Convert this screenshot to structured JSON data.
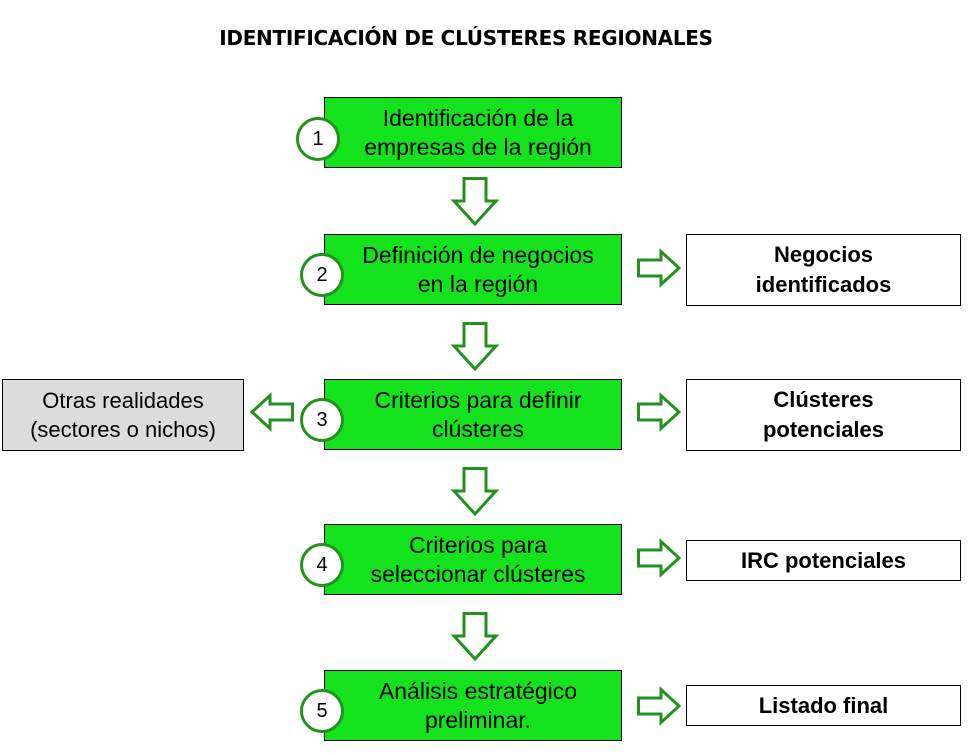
{
  "title": "IDENTIFICACIÓN  DE CLÚSTERES REGIONALES",
  "colors": {
    "step_fill": "#13e21c",
    "arrow_stroke": "#23911e",
    "side_box_fill": "#dcdcdc",
    "output_box_fill": "#ffffff"
  },
  "steps": [
    {
      "number": "1",
      "label": "Identificación de la\nempresas de la región"
    },
    {
      "number": "2",
      "label": "Definición de negocios\nen la región"
    },
    {
      "number": "3",
      "label": "Criterios para definir\nclústeres"
    },
    {
      "number": "4",
      "label": "Criterios para\nseleccionar clústeres"
    },
    {
      "number": "5",
      "label": "Análisis estratégico\npreliminar."
    }
  ],
  "outputs": [
    {
      "from_step": "2",
      "label": "Negocios\nidentificados"
    },
    {
      "from_step": "3",
      "label": "Clústeres\npotenciales"
    },
    {
      "from_step": "4",
      "label": "IRC potenciales"
    },
    {
      "from_step": "5",
      "label": "Listado final"
    }
  ],
  "side_output": {
    "from_step": "3",
    "label": "Otras realidades\n(sectores o nichos)"
  },
  "icons": {
    "down_arrow": "hollow-block-arrow-down",
    "right_arrow": "hollow-block-arrow-right",
    "left_arrow": "hollow-block-arrow-left"
  }
}
